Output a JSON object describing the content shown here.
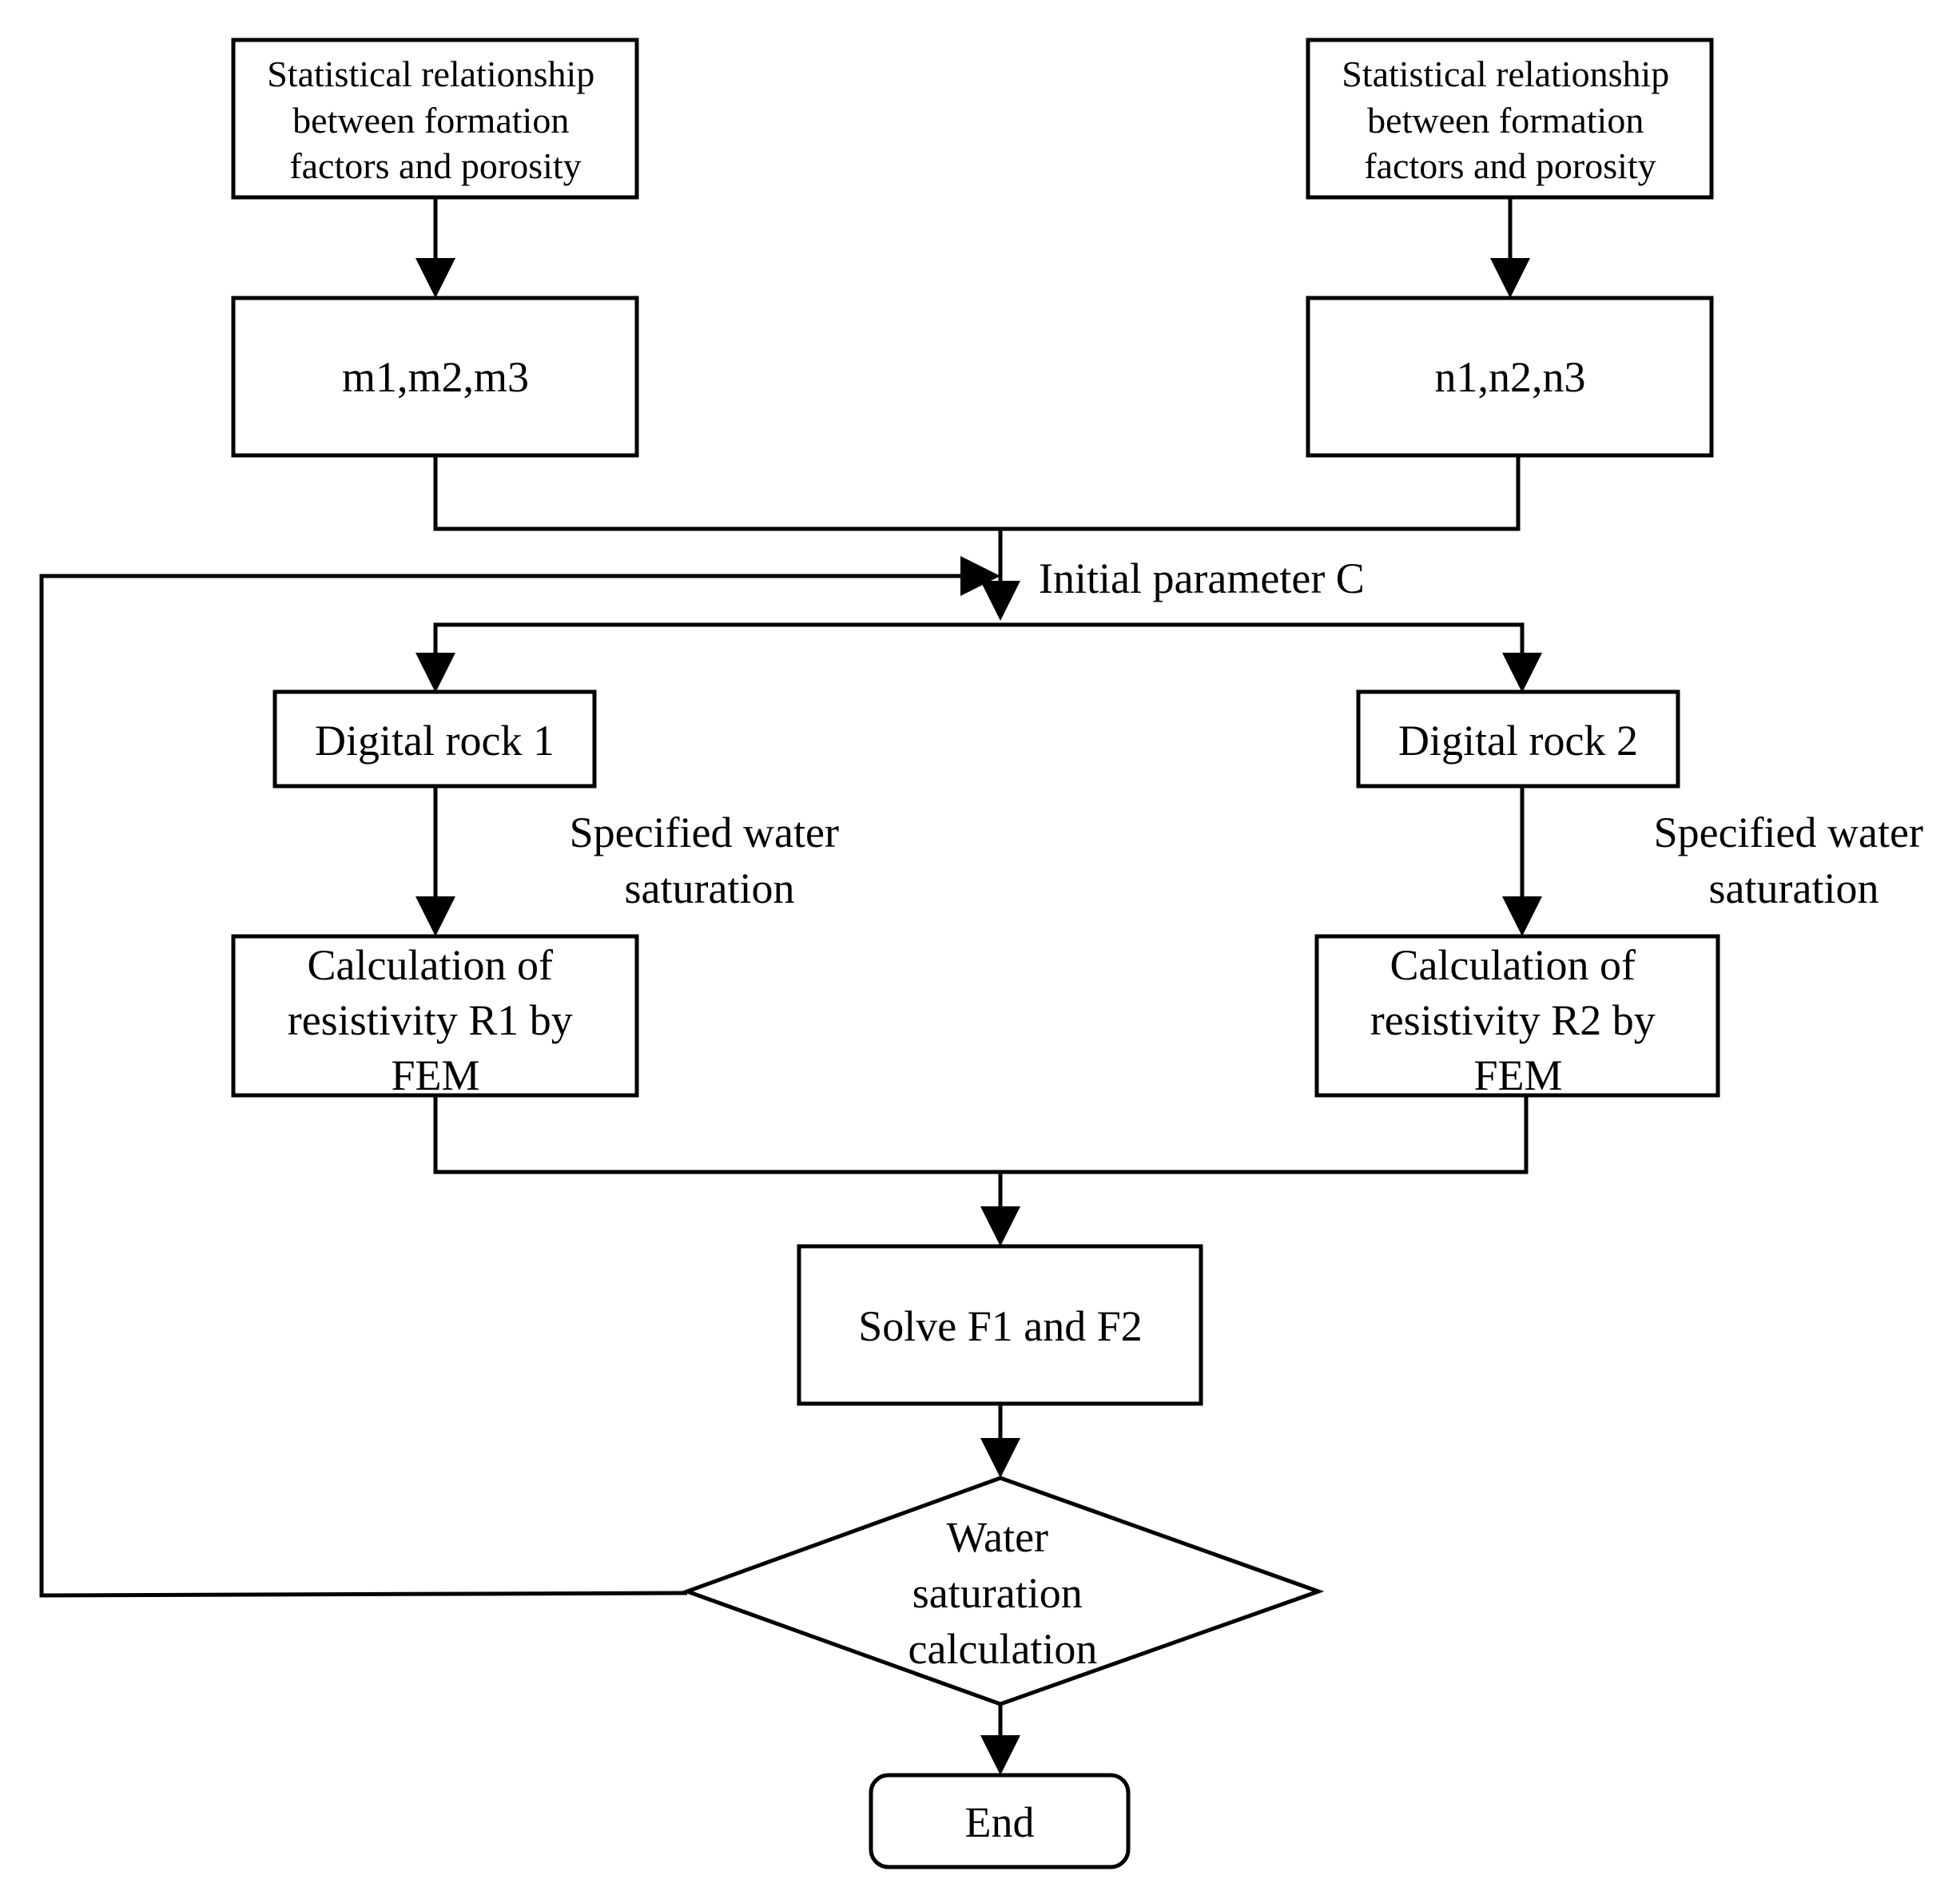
{
  "nodes": {
    "stat_left": {
      "lines": [
        "Statistical relationship",
        "between formation",
        "factors and porosity"
      ]
    },
    "stat_right": {
      "lines": [
        "Statistical relationship",
        "between formation",
        "factors and porosity"
      ]
    },
    "m_params": {
      "lines": [
        "m1,m2,m3"
      ]
    },
    "n_params": {
      "lines": [
        "n1,n2,n3"
      ]
    },
    "initial_param": {
      "lines": [
        "Initial parameter C"
      ]
    },
    "rock1": {
      "lines": [
        "Digital rock 1"
      ]
    },
    "rock2": {
      "lines": [
        "Digital rock 2"
      ]
    },
    "spec_left": {
      "lines": [
        "Specified water",
        "saturation"
      ]
    },
    "spec_right": {
      "lines": [
        "Specified water",
        "saturation"
      ]
    },
    "calc_r1": {
      "lines": [
        "Calculation of",
        "resistivity R1 by",
        "FEM"
      ]
    },
    "calc_r2": {
      "lines": [
        "Calculation of",
        "resistivity R2 by",
        "FEM"
      ]
    },
    "solve": {
      "lines": [
        "Solve F1 and F2"
      ]
    },
    "decision": {
      "lines": [
        "Water",
        "saturation",
        "calculation"
      ]
    },
    "end": {
      "lines": [
        "End"
      ]
    }
  },
  "colors": {
    "stroke": "#000000",
    "background": "#ffffff"
  }
}
